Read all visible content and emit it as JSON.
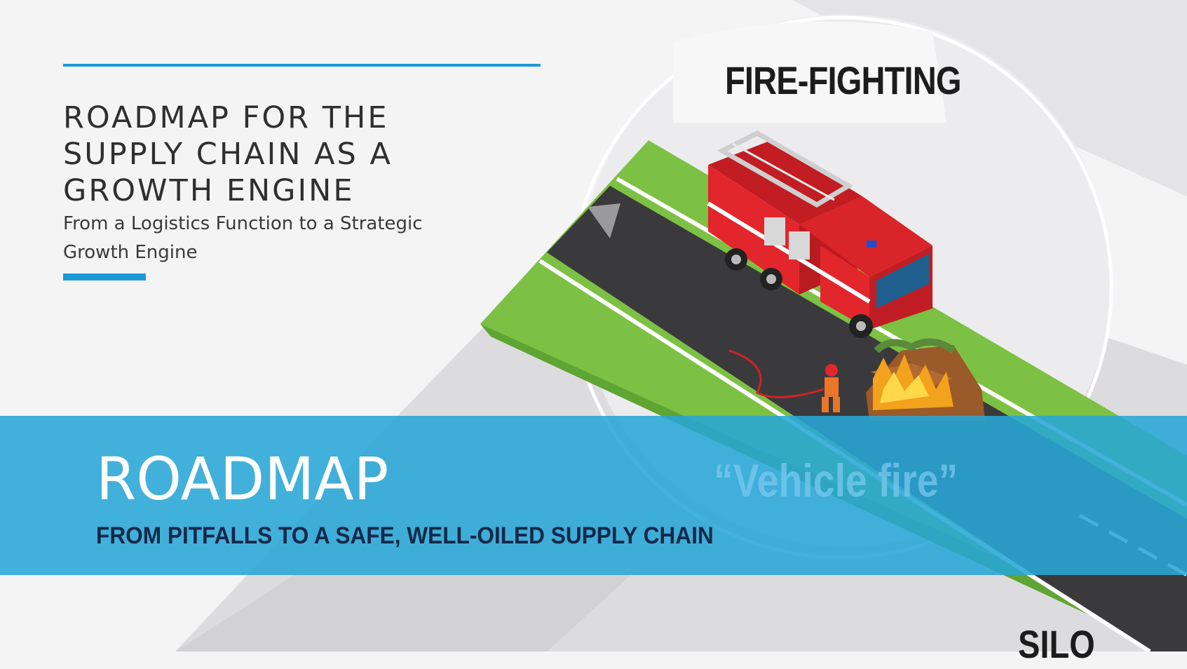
{
  "header": {
    "title_lines": [
      "ROADMAP FOR THE",
      "SUPPLY CHAIN AS A",
      "GROWTH ENGINE"
    ],
    "subtitle_lines": [
      "From a Logistics Function to a Strategic",
      "Growth Engine"
    ]
  },
  "illustration": {
    "heading": "FIRE-FIGHTING",
    "caption": "“Vehicle fire”",
    "second_heading": "SILO"
  },
  "banner": {
    "title": "ROADMAP",
    "subtitle": "FROM PITFALLS TO A SAFE, WELL-OILED SUPPLY CHAIN"
  },
  "colors": {
    "accent_blue": "#1a9ad6",
    "banner_blue": "#28a6d6",
    "grass_green": "#7cc143",
    "road_asphalt": "#3a3a3c",
    "truck_red": "#e3262c",
    "title_gray": "#2f2f2f",
    "subtitle_navy": "#15294a"
  }
}
